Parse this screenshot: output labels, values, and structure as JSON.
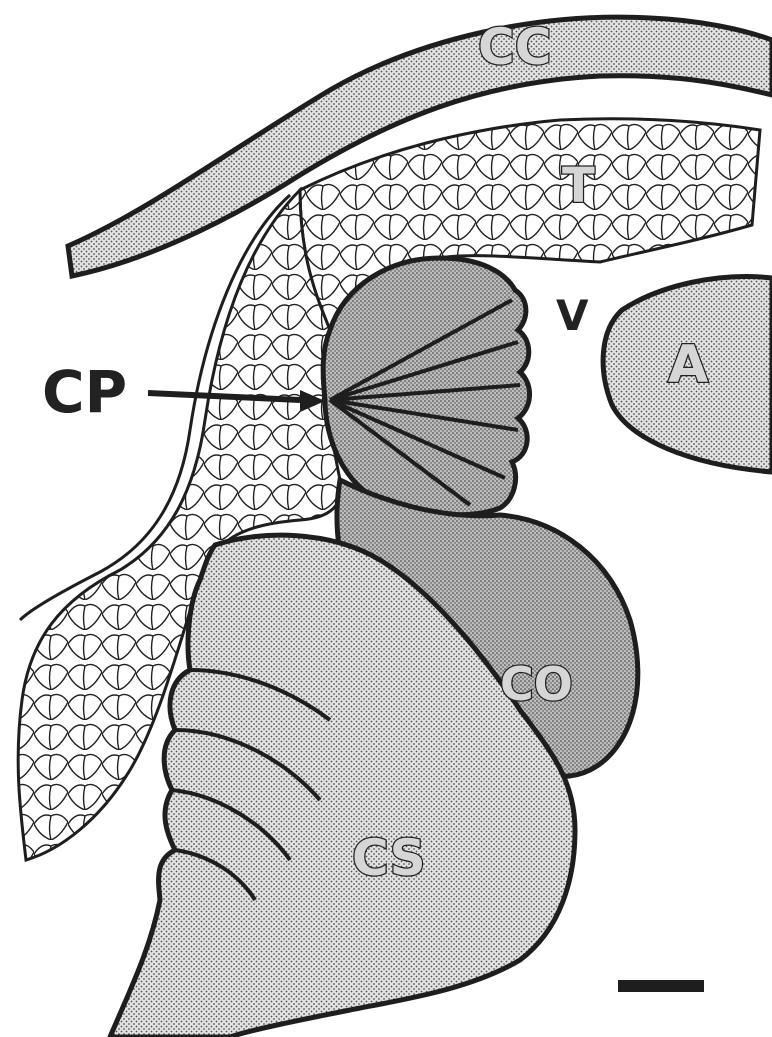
{
  "figure": {
    "labels": {
      "cc": "CC",
      "t": "T",
      "v": "V",
      "a": "A",
      "cp": "CP",
      "co": "CO",
      "cs": "CS"
    },
    "colors": {
      "ink": "#1e1e1e",
      "stipple_fill": "#c9c9c9",
      "background": "#ffffff"
    },
    "has_scale_bar": true
  }
}
